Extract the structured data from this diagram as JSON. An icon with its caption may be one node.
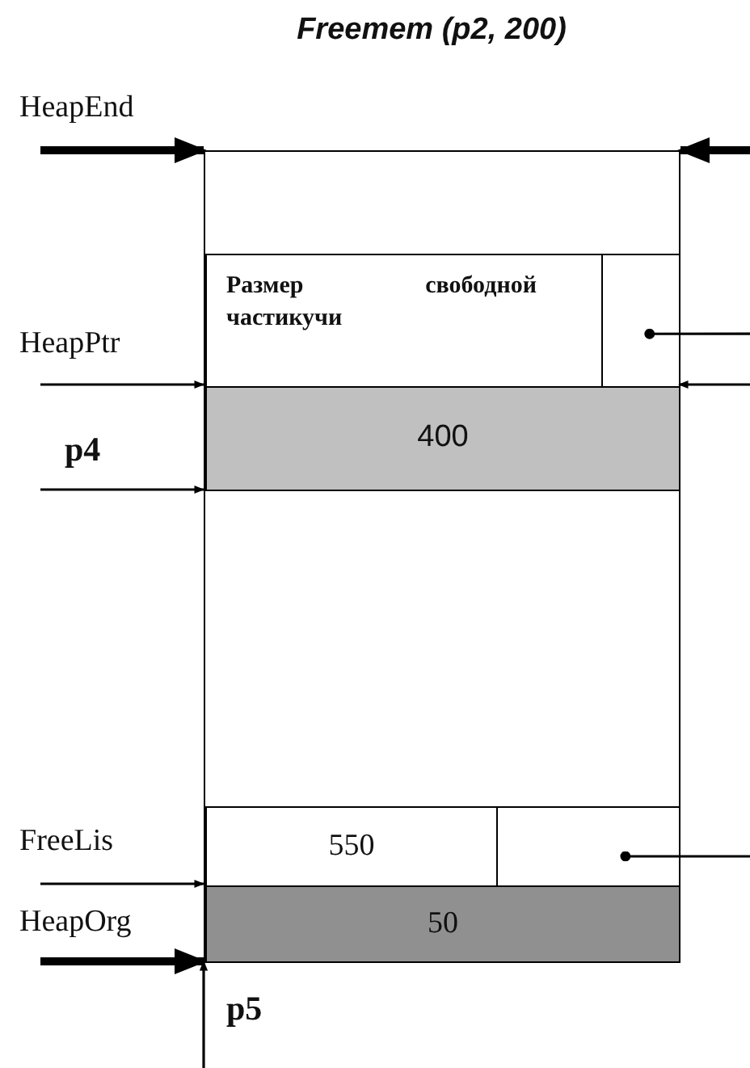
{
  "diagram": {
    "title": "Freemem (p2, 200)",
    "nodes": [
      {
        "text": [],
        "shape": "box"
      },
      {
        "text": [
          "Размер свободной частикучи"
        ],
        "in": 0
      },
      {
        "text": [],
        "shape": "box",
        "in": 0
      },
      {
        "text": [
          "400"
        ],
        "in": 0
      },
      {
        "text": [
          "550"
        ],
        "in": 0
      },
      {
        "text": [],
        "shape": "box",
        "in": 0
      },
      {
        "text": [
          "50"
        ],
        "in": 0
      }
    ],
    "edges": [
      {
        "from": null,
        "to": 0,
        "arrow": "to",
        "label": "HeapEnd",
        "style": "thick"
      },
      {
        "from": null,
        "to": 0,
        "arrow": "to",
        "style": "thick"
      },
      {
        "from": 2,
        "to": null,
        "arrow": "other"
      },
      {
        "from": null,
        "to": 3,
        "arrow": "to",
        "label": "HeapPtr"
      },
      {
        "from": null,
        "to": 3,
        "arrow": "to"
      },
      {
        "from": null,
        "to": 3,
        "arrow": "to",
        "label": "p4"
      },
      {
        "from": 5,
        "to": null,
        "arrow": "other"
      },
      {
        "from": null,
        "to": 6,
        "arrow": "to",
        "label": "FreeLis"
      },
      {
        "from": null,
        "to": 6,
        "arrow": "to",
        "label": "HeapOrg",
        "style": "thick"
      },
      {
        "from": null,
        "to": 6,
        "arrow": "to",
        "label": "p5"
      }
    ]
  }
}
